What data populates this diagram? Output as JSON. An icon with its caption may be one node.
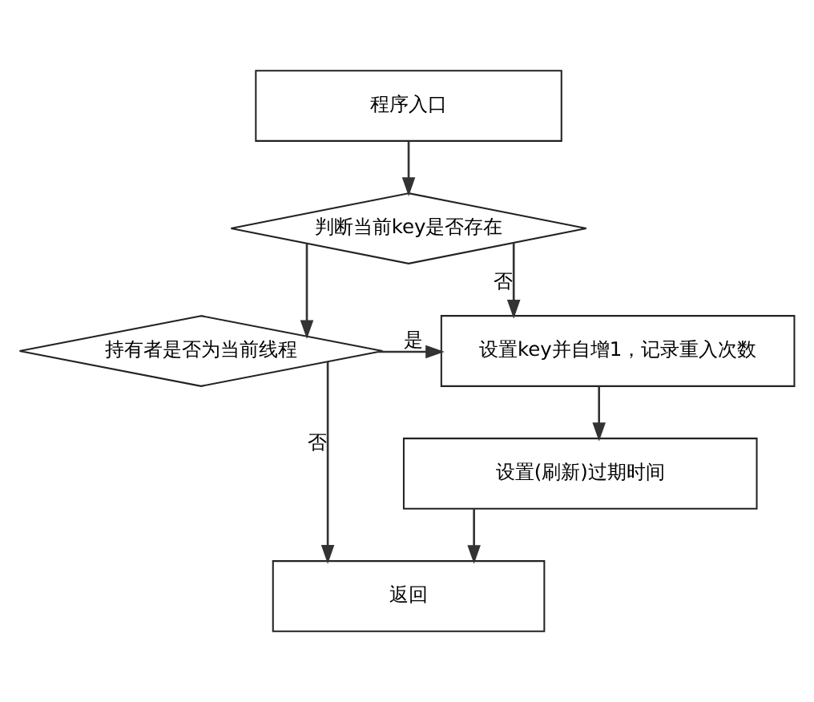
{
  "diagram": {
    "nodes": [
      {
        "text": [
          "程序入口"
        ]
      },
      {
        "text": [
          "判断当前key是否存在"
        ]
      },
      {
        "text": [
          "设置key并自增1，记录重入次数"
        ]
      },
      {
        "text": [
          "持有者是否为当前线程"
        ]
      },
      {
        "text": [
          "设置(刷新)过期时间"
        ]
      },
      {
        "text": [
          "返回"
        ]
      }
    ],
    "edges": [
      {
        "from": 0,
        "to": 1,
        "arrow": "to"
      },
      {
        "from": 1,
        "to": 2,
        "arrow": "to",
        "label": "否"
      },
      {
        "from": 1,
        "to": 3,
        "arrow": "to"
      },
      {
        "from": 3,
        "to": 2,
        "arrow": "to",
        "label": "是"
      },
      {
        "from": 3,
        "to": 5,
        "arrow": "to",
        "label": "否"
      },
      {
        "from": 2,
        "to": 4,
        "arrow": "to"
      },
      {
        "from": 4,
        "to": 5,
        "arrow": "to"
      }
    ]
  }
}
